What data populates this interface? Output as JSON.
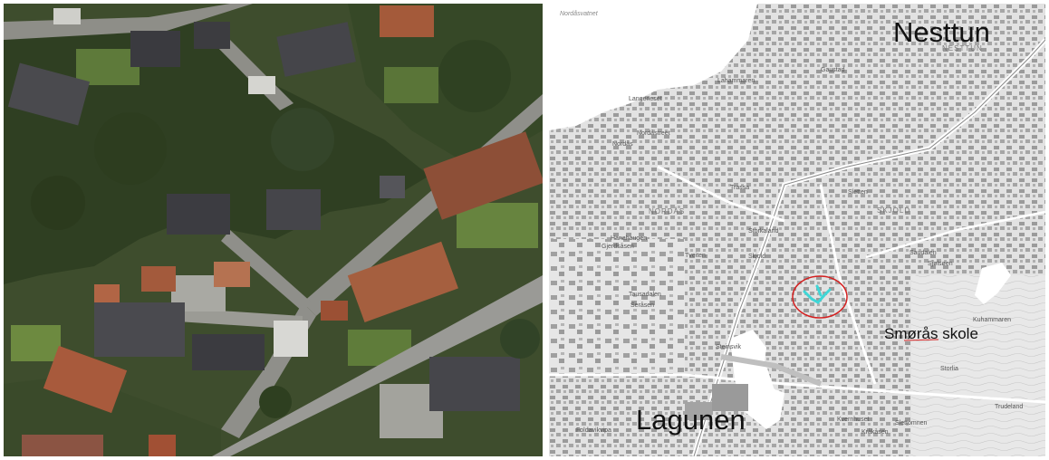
{
  "map": {
    "labels_large": {
      "nesttun": "Nesttun",
      "smoras_skole": "Smørås skole",
      "lagunen": "Lagunen"
    },
    "districts": {
      "nordas": "NORDÅS",
      "skjold": "SKJOLD",
      "nesttun_caps": "NESTTUN"
    },
    "places": [
      "Nordåsvatnet",
      "Langeneset",
      "Lahammaren",
      "Nordåstreet",
      "Nordås",
      "Hanahaugen",
      "Gjerdsåsen",
      "Tveiten",
      "Tausadalen",
      "Seråsen",
      "Storkaland",
      "Skjold",
      "Gaustad",
      "Trassa",
      "Sletten",
      "Saudalen",
      "Sjølsøen",
      "Kuhammaren",
      "Storlia",
      "Slettomnen",
      "Kråkåsen",
      "Kvernhuset",
      "Steinsvik",
      "Foldavikvipa",
      "Trudeland"
    ],
    "marker_color": "#d42020",
    "track_color": "#3fd6d6",
    "water_color": "#ffffff"
  }
}
